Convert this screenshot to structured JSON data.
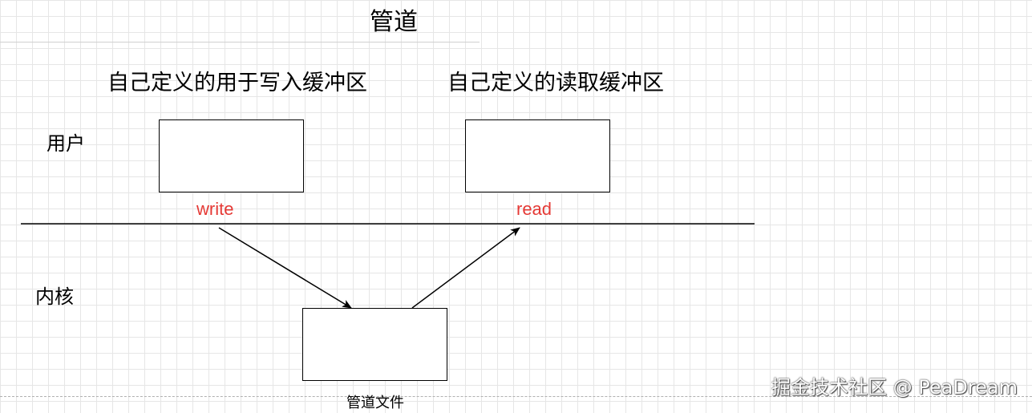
{
  "diagram": {
    "title": "管道",
    "write_buffer_label": "自己定义的用于写入缓冲区",
    "read_buffer_label": "自己定义的读取缓冲区",
    "user_label": "用户",
    "kernel_label": "内核",
    "write_label": "write",
    "read_label": "read",
    "pipe_file_label": "管道文件"
  },
  "watermark": "掘金技术社区 @ PeaDream",
  "colors": {
    "op_label": "#e53935",
    "stroke": "#000000",
    "grid": "#e6e6e6"
  }
}
